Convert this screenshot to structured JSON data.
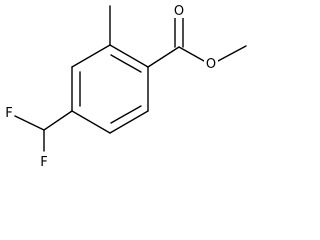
{
  "molecule": {
    "atom_labels": {
      "carbonyl_oxygen": "O",
      "ester_oxygen": "O",
      "fluorine_upper": "F",
      "fluorine_lower": "F"
    }
  }
}
